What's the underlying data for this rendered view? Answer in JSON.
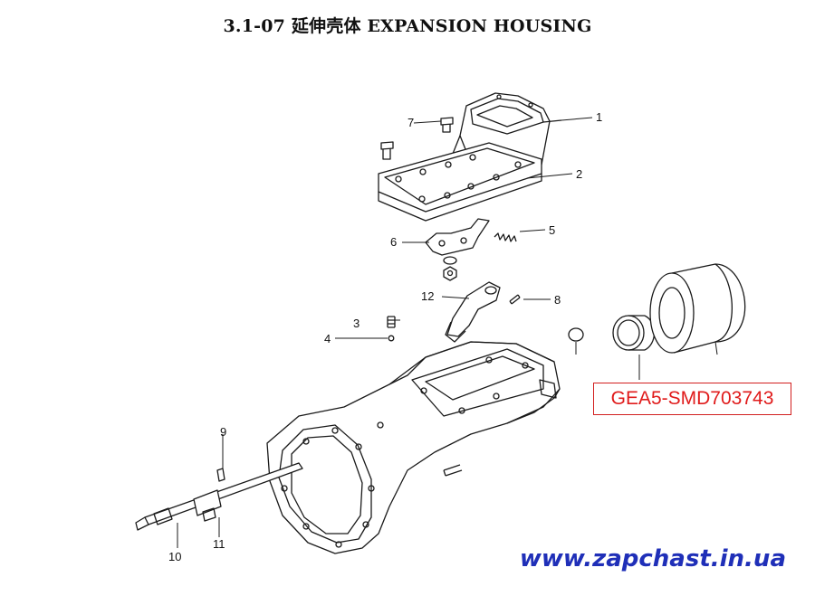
{
  "title": "3.1-07  延伸壳体  EXPANSION HOUSING",
  "callouts": [
    "1",
    "2",
    "3",
    "4",
    "5",
    "6",
    "7",
    "8",
    "9",
    "10",
    "11",
    "12"
  ],
  "part_code": "GEA5-SMD703743",
  "website": "www.zapchast.in.ua",
  "colors": {
    "line": "#1a1a1a",
    "code_border": "#d21f1f",
    "code_text": "#e01b1b",
    "website": "#1f2fb8"
  }
}
